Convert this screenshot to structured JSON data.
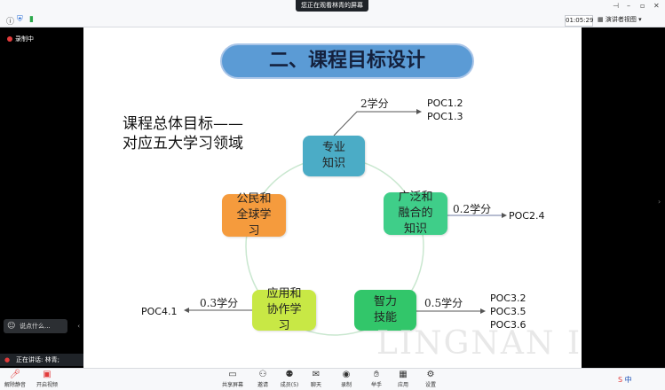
{
  "window": {
    "banner": "您正在观看林青的屏幕",
    "timer": "01:05:29",
    "view_mode": "演讲者视图"
  },
  "left_panel": {
    "recording": "录制中",
    "chat_placeholder": "说点什么...",
    "speaking": "正在讲话: 林青;"
  },
  "slide": {
    "title": "二、课程目标设计",
    "overall_line1": "课程总体目标——",
    "overall_line2": "对应五大学习领域",
    "nodes": {
      "professional": "专业知识",
      "broad": "广泛和融合的知识",
      "intellect": "智力技能",
      "application": "应用和协作学习",
      "citizen": "公民和全球学习"
    },
    "credits": {
      "professional": "2学分",
      "broad": "0.2学分",
      "intellect": "0.5学分",
      "application": "0.3学分"
    },
    "pocs": {
      "professional": [
        "POC1.2",
        "POC1.3"
      ],
      "broad": [
        "POC2.4"
      ],
      "intellect": [
        "POC3.2",
        "POC3.5",
        "POC3.6"
      ],
      "application": [
        "POC4.1"
      ]
    },
    "watermark": "LINGNAN INSTITUTE"
  },
  "toolbar": {
    "mute": "解除静音",
    "video": "开启视频",
    "share": "共享屏幕",
    "invite": "邀请",
    "members": "成员(5)",
    "chat": "聊天",
    "record": "录制",
    "raise_hand": "举手",
    "apps": "应用",
    "settings": "设置"
  },
  "ime": "中"
}
